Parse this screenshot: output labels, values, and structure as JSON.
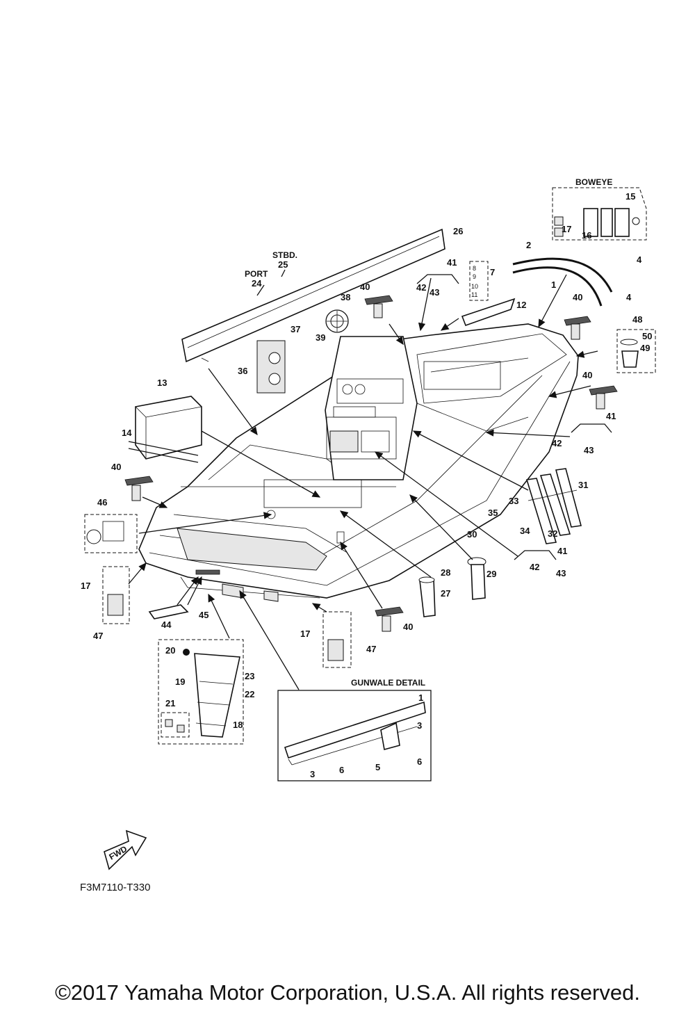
{
  "labels": {
    "boweye": "BOWEYE",
    "gunwale_detail": "GUNWALE DETAIL",
    "stbd": "STBD.",
    "port": "PORT",
    "fwd": "FWD"
  },
  "callouts": {
    "c1": "1",
    "c2": "2",
    "c3": "3",
    "c4": "4",
    "c5": "5",
    "c6": "6",
    "c7": "7",
    "c8": "8",
    "c9": "9",
    "c10": "10",
    "c11": "11",
    "c12": "12",
    "c13": "13",
    "c14": "14",
    "c15": "15",
    "c16": "16",
    "c17": "17",
    "c18": "18",
    "c19": "19",
    "c20": "20",
    "c21": "21",
    "c22": "22",
    "c23": "23",
    "c24": "24",
    "c25": "25",
    "c26": "26",
    "c27": "27",
    "c28": "28",
    "c29": "29",
    "c30": "30",
    "c31": "31",
    "c32": "32",
    "c33": "33",
    "c34": "34",
    "c35": "35",
    "c36": "36",
    "c37": "37",
    "c38": "38",
    "c39": "39",
    "c40": "40",
    "c41": "41",
    "c42": "42",
    "c43": "43",
    "c44": "44",
    "c45": "45",
    "c46": "46",
    "c47": "47",
    "c48": "48",
    "c49": "49",
    "c50": "50"
  },
  "drawing_code": "F3M7110-T330",
  "copyright": "©2017 Yamaha Motor Corporation, U.S.A. All rights reserved."
}
